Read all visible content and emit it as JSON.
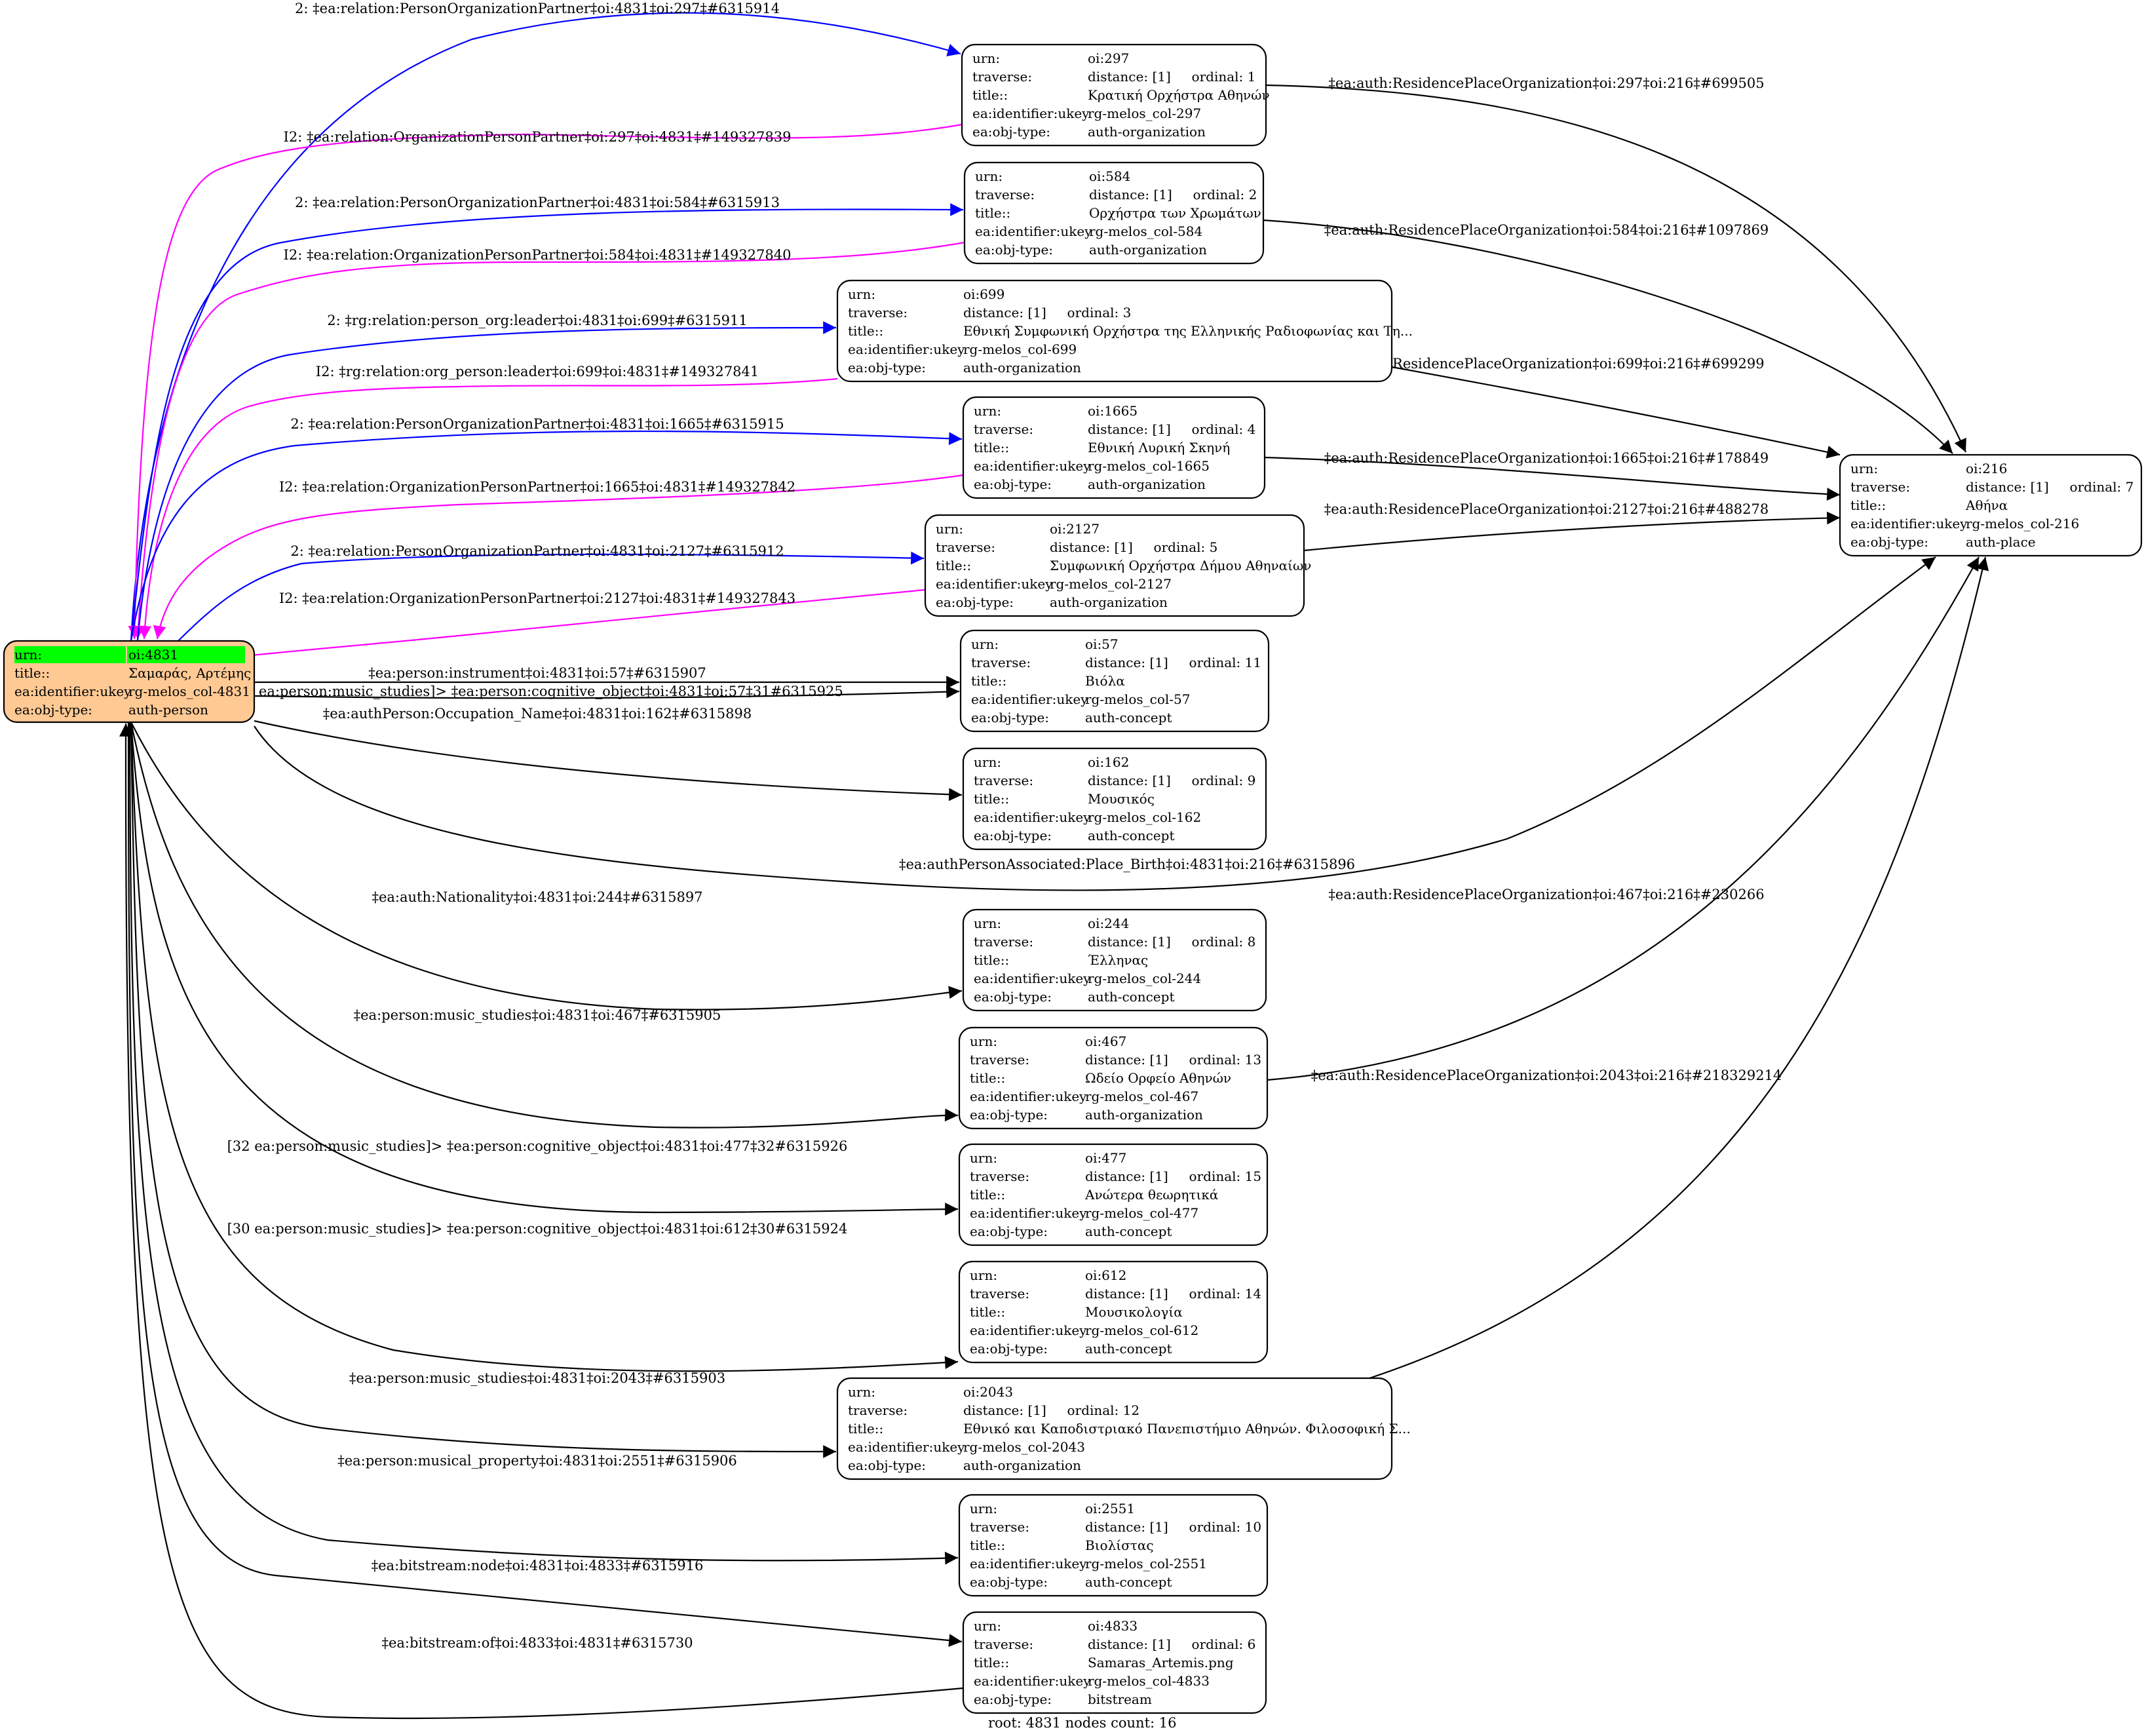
{
  "graph": {
    "footer": "root: 4831 nodes count: 16",
    "colors": {
      "root_fill": "#ffc994",
      "root_highlight": "#00ff00",
      "edge_forward": "#0000ff",
      "edge_inverse": "#ff00ff",
      "edge_default": "#000000"
    },
    "field_labels": {
      "urn": "urn:",
      "traverse": "traverse:",
      "title": "title::",
      "ukey": "ea:identifier:ukey",
      "objtype": "ea:obj-type:"
    },
    "nodes": [
      {
        "id": "4831",
        "urn": "oi:4831",
        "traverse": "",
        "title": "Σαμαράς, Αρτέμης",
        "ukey": "rg-melos_col-4831",
        "objtype": "auth-person",
        "root": true
      },
      {
        "id": "297",
        "urn": "oi:297",
        "traverse": "distance: [1]     ordinal: 1",
        "title": "Κρατική Ορχήστρα Αθηνών",
        "ukey": "rg-melos_col-297",
        "objtype": "auth-organization"
      },
      {
        "id": "584",
        "urn": "oi:584",
        "traverse": "distance: [1]     ordinal: 2",
        "title": "Ορχήστρα των Χρωμάτων",
        "ukey": "rg-melos_col-584",
        "objtype": "auth-organization"
      },
      {
        "id": "699",
        "urn": "oi:699",
        "traverse": "distance: [1]     ordinal: 3",
        "title": "Εθνική Συμφωνική Ορχήστρα της Ελληνικής Ραδιοφωνίας και Τη...",
        "ukey": "rg-melos_col-699",
        "objtype": "auth-organization"
      },
      {
        "id": "1665",
        "urn": "oi:1665",
        "traverse": "distance: [1]     ordinal: 4",
        "title": "Εθνική Λυρική Σκηνή",
        "ukey": "rg-melos_col-1665",
        "objtype": "auth-organization"
      },
      {
        "id": "2127",
        "urn": "oi:2127",
        "traverse": "distance: [1]     ordinal: 5",
        "title": "Συμφωνική Ορχήστρα Δήμου Αθηναίων",
        "ukey": "rg-melos_col-2127",
        "objtype": "auth-organization"
      },
      {
        "id": "57",
        "urn": "oi:57",
        "traverse": "distance: [1]     ordinal: 11",
        "title": "Βιόλα",
        "ukey": "rg-melos_col-57",
        "objtype": "auth-concept"
      },
      {
        "id": "162",
        "urn": "oi:162",
        "traverse": "distance: [1]     ordinal: 9",
        "title": "Μουσικός",
        "ukey": "rg-melos_col-162",
        "objtype": "auth-concept"
      },
      {
        "id": "244",
        "urn": "oi:244",
        "traverse": "distance: [1]     ordinal: 8",
        "title": "Έλληνας",
        "ukey": "rg-melos_col-244",
        "objtype": "auth-concept"
      },
      {
        "id": "467",
        "urn": "oi:467",
        "traverse": "distance: [1]     ordinal: 13",
        "title": "Ωδείο Ορφείο Αθηνών",
        "ukey": "rg-melos_col-467",
        "objtype": "auth-organization"
      },
      {
        "id": "477",
        "urn": "oi:477",
        "traverse": "distance: [1]     ordinal: 15",
        "title": "Ανώτερα θεωρητικά",
        "ukey": "rg-melos_col-477",
        "objtype": "auth-concept"
      },
      {
        "id": "612",
        "urn": "oi:612",
        "traverse": "distance: [1]     ordinal: 14",
        "title": "Μουσικολογία",
        "ukey": "rg-melos_col-612",
        "objtype": "auth-concept"
      },
      {
        "id": "2043",
        "urn": "oi:2043",
        "traverse": "distance: [1]     ordinal: 12",
        "title": "Εθνικό και Καποδιστριακό Πανεπιστήμιο Αθηνών. Φιλοσοφική Σ...",
        "ukey": "rg-melos_col-2043",
        "objtype": "auth-organization"
      },
      {
        "id": "2551",
        "urn": "oi:2551",
        "traverse": "distance: [1]     ordinal: 10",
        "title": "Βιολίστας",
        "ukey": "rg-melos_col-2551",
        "objtype": "auth-concept"
      },
      {
        "id": "4833",
        "urn": "oi:4833",
        "traverse": "distance: [1]     ordinal: 6",
        "title": "Samaras_Artemis.png",
        "ukey": "rg-melos_col-4833",
        "objtype": "bitstream"
      },
      {
        "id": "216",
        "urn": "oi:216",
        "traverse": "distance: [1]     ordinal: 7",
        "title": "Αθήνα",
        "ukey": "rg-melos_col-216",
        "objtype": "auth-place"
      }
    ],
    "edges": [
      {
        "from": "4831",
        "to": "297",
        "kind": "forward",
        "label": "2: ‡ea:relation:PersonOrganizationPartner‡oi:4831‡oi:297‡#6315914"
      },
      {
        "from": "297",
        "to": "4831",
        "kind": "inverse",
        "label": "I2: ‡ea:relation:OrganizationPersonPartner‡oi:297‡oi:4831‡#149327839"
      },
      {
        "from": "4831",
        "to": "584",
        "kind": "forward",
        "label": "2: ‡ea:relation:PersonOrganizationPartner‡oi:4831‡oi:584‡#6315913"
      },
      {
        "from": "584",
        "to": "4831",
        "kind": "inverse",
        "label": "I2: ‡ea:relation:OrganizationPersonPartner‡oi:584‡oi:4831‡#149327840"
      },
      {
        "from": "4831",
        "to": "699",
        "kind": "forward",
        "label": "2: ‡rg:relation:person_org:leader‡oi:4831‡oi:699‡#6315911"
      },
      {
        "from": "699",
        "to": "4831",
        "kind": "inverse",
        "label": "I2: ‡rg:relation:org_person:leader‡oi:699‡oi:4831‡#149327841"
      },
      {
        "from": "4831",
        "to": "1665",
        "kind": "forward",
        "label": "2: ‡ea:relation:PersonOrganizationPartner‡oi:4831‡oi:1665‡#6315915"
      },
      {
        "from": "1665",
        "to": "4831",
        "kind": "inverse",
        "label": "I2: ‡ea:relation:OrganizationPersonPartner‡oi:1665‡oi:4831‡#149327842"
      },
      {
        "from": "4831",
        "to": "2127",
        "kind": "forward",
        "label": "2: ‡ea:relation:PersonOrganizationPartner‡oi:4831‡oi:2127‡#6315912"
      },
      {
        "from": "2127",
        "to": "4831",
        "kind": "inverse",
        "label": "I2: ‡ea:relation:OrganizationPersonPartner‡oi:2127‡oi:4831‡#149327843"
      },
      {
        "from": "4831",
        "to": "57",
        "kind": "default",
        "label": "‡ea:person:instrument‡oi:4831‡oi:57‡#6315907"
      },
      {
        "from": "4831",
        "to": "57",
        "kind": "default",
        "label": "[31 ea:person:music_studies]> ‡ea:person:cognitive_object‡oi:4831‡oi:57‡31#6315925"
      },
      {
        "from": "4831",
        "to": "162",
        "kind": "default",
        "label": "‡ea:authPerson:Occupation_Name‡oi:4831‡oi:162‡#6315898"
      },
      {
        "from": "4831",
        "to": "216",
        "kind": "default",
        "label": "‡ea:authPersonAssociated:Place_Birth‡oi:4831‡oi:216‡#6315896"
      },
      {
        "from": "4831",
        "to": "244",
        "kind": "default",
        "label": "‡ea:auth:Nationality‡oi:4831‡oi:244‡#6315897"
      },
      {
        "from": "4831",
        "to": "467",
        "kind": "default",
        "label": "‡ea:person:music_studies‡oi:4831‡oi:467‡#6315905"
      },
      {
        "from": "4831",
        "to": "477",
        "kind": "default",
        "label": "[32 ea:person:music_studies]> ‡ea:person:cognitive_object‡oi:4831‡oi:477‡32#6315926"
      },
      {
        "from": "4831",
        "to": "612",
        "kind": "default",
        "label": "[30 ea:person:music_studies]> ‡ea:person:cognitive_object‡oi:4831‡oi:612‡30#6315924"
      },
      {
        "from": "4831",
        "to": "2043",
        "kind": "default",
        "label": "‡ea:person:music_studies‡oi:4831‡oi:2043‡#6315903"
      },
      {
        "from": "4831",
        "to": "2551",
        "kind": "default",
        "label": "‡ea:person:musical_property‡oi:4831‡oi:2551‡#6315906"
      },
      {
        "from": "4831",
        "to": "4833",
        "kind": "default",
        "label": "‡ea:bitstream:node‡oi:4831‡oi:4833‡#6315916"
      },
      {
        "from": "4833",
        "to": "4831",
        "kind": "default",
        "label": "‡ea:bitstream:of‡oi:4833‡oi:4831‡#6315730"
      },
      {
        "from": "297",
        "to": "216",
        "kind": "default",
        "label": "‡ea:auth:ResidencePlaceOrganization‡oi:297‡oi:216‡#699505"
      },
      {
        "from": "584",
        "to": "216",
        "kind": "default",
        "label": "‡ea:auth:ResidencePlaceOrganization‡oi:584‡oi:216‡#1097869"
      },
      {
        "from": "699",
        "to": "216",
        "kind": "default",
        "label": "‡ea:auth:ResidencePlaceOrganization‡oi:699‡oi:216‡#699299"
      },
      {
        "from": "1665",
        "to": "216",
        "kind": "default",
        "label": "‡ea:auth:ResidencePlaceOrganization‡oi:1665‡oi:216‡#178849"
      },
      {
        "from": "2127",
        "to": "216",
        "kind": "default",
        "label": "‡ea:auth:ResidencePlaceOrganization‡oi:2127‡oi:216‡#488278"
      },
      {
        "from": "467",
        "to": "216",
        "kind": "default",
        "label": "‡ea:auth:ResidencePlaceOrganization‡oi:467‡oi:216‡#230266"
      },
      {
        "from": "2043",
        "to": "216",
        "kind": "default",
        "label": "‡ea:auth:ResidencePlaceOrganization‡oi:2043‡oi:216‡#218329214"
      }
    ]
  }
}
